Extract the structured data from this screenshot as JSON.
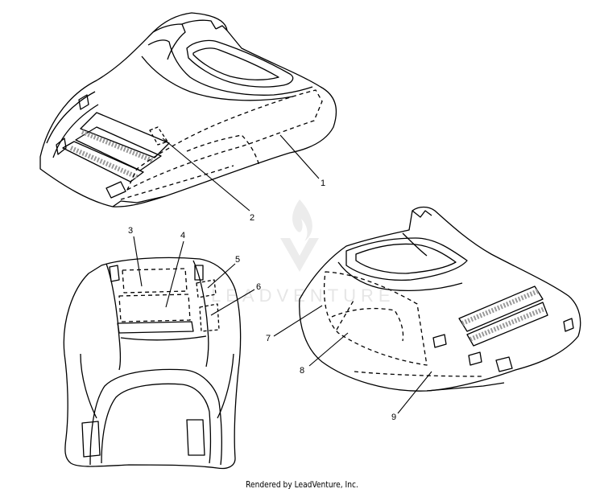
{
  "callouts": [
    "1",
    "2",
    "3",
    "4",
    "5",
    "6",
    "7",
    "8",
    "9"
  ],
  "watermark": {
    "text": "LEADVENTURE"
  },
  "footer": {
    "credit": "Rendered by LeadVenture, Inc."
  }
}
